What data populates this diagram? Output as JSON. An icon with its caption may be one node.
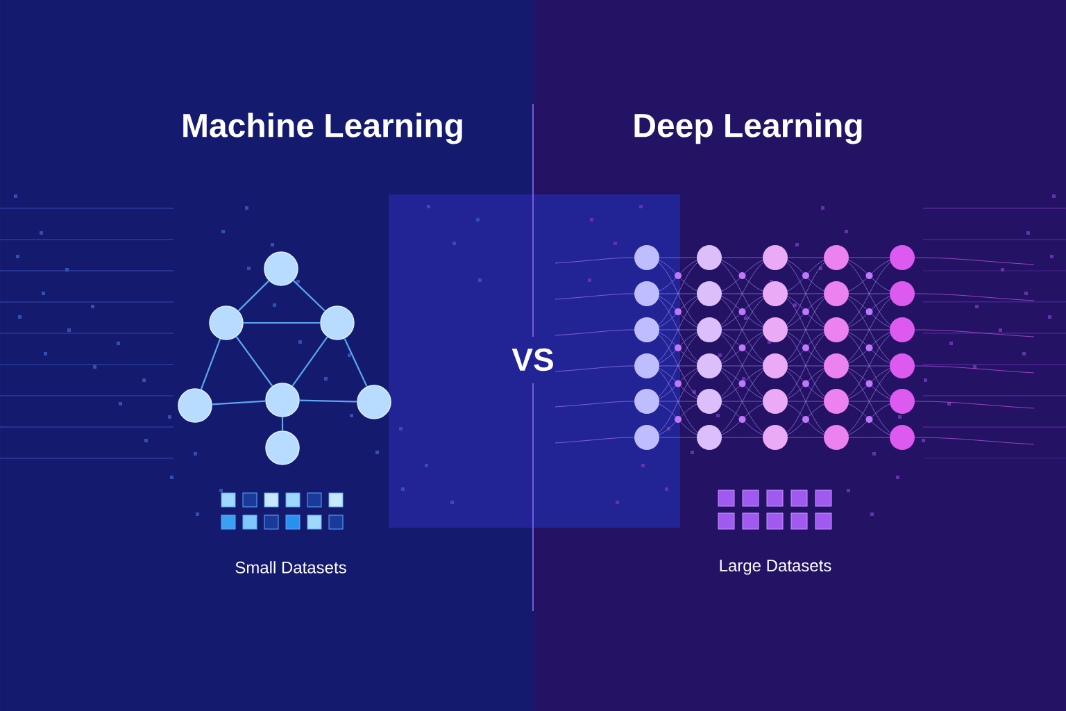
{
  "diagram": {
    "nodes": [
      {
        "text": [],
        "shape": "circle"
      },
      {
        "text": [],
        "shape": "circle"
      },
      {
        "text": [],
        "shape": "circle"
      },
      {
        "text": [],
        "shape": "circle"
      },
      {
        "text": [],
        "shape": "circle"
      },
      {
        "text": [],
        "shape": "circle"
      },
      {
        "text": [],
        "shape": "circle"
      }
    ],
    "edges": [
      {
        "from": 0,
        "to": 1,
        "arrow": "none"
      },
      {
        "from": 0,
        "to": 2,
        "arrow": "none"
      },
      {
        "from": 1,
        "to": 2,
        "arrow": "none"
      },
      {
        "from": 1,
        "to": 3,
        "arrow": "none"
      },
      {
        "from": 1,
        "to": 4,
        "arrow": "none"
      },
      {
        "from": 2,
        "to": 4,
        "arrow": "none"
      },
      {
        "from": 2,
        "to": 5,
        "arrow": "none"
      },
      {
        "from": 3,
        "to": 4,
        "arrow": "none"
      },
      {
        "from": 4,
        "to": 5,
        "arrow": "none"
      },
      {
        "from": 4,
        "to": 6,
        "arrow": "none"
      }
    ],
    "labels": [
      "Machine Learning",
      "Deep Learning",
      "VS",
      "Small Datasets",
      "Large Datasets"
    ]
  }
}
